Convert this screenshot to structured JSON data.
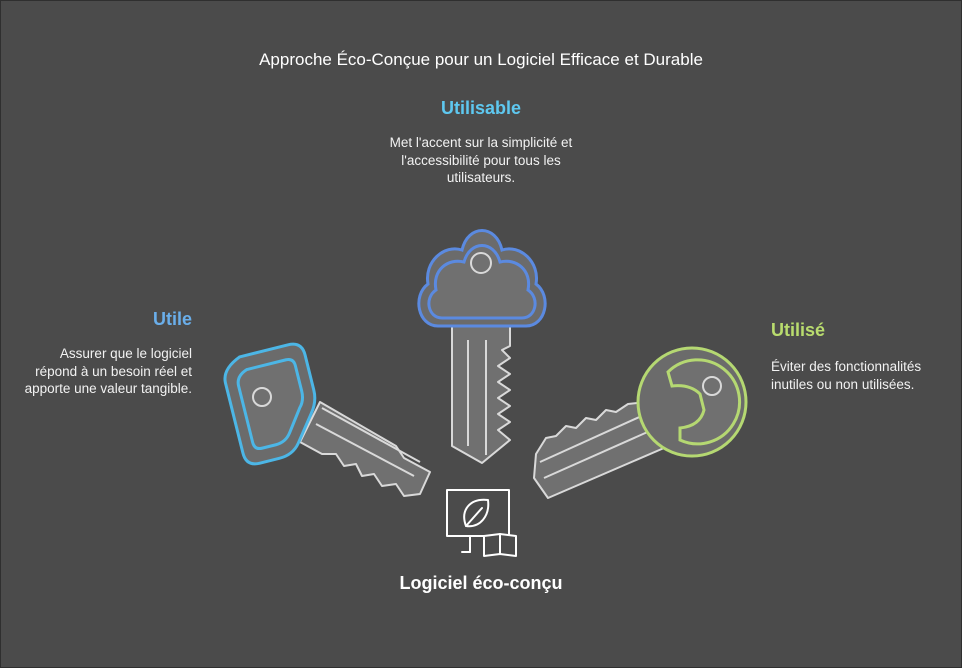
{
  "title": "Approche Éco-Conçue pour un Logiciel Efficace et Durable",
  "center": {
    "label": "Logiciel éco-conçu",
    "icon": "monitor-leaf-book-icon"
  },
  "keys": [
    {
      "id": "utilisable",
      "heading": "Utilisable",
      "description": "Met l'accent sur la simplicité et l'accessibilité pour tous les utilisateurs.",
      "color": "#5b8ae0",
      "icon": "cloud-key-icon"
    },
    {
      "id": "utile",
      "heading": "Utile",
      "description": "Assurer que le logiciel répond à un besoin réel et apporte une valeur tangible.",
      "color": "#4cb6e6",
      "icon": "square-key-icon"
    },
    {
      "id": "utilise",
      "heading": "Utilisé",
      "description": "Éviter des fonctionnalités inutiles ou non utilisées.",
      "color": "#b5d872",
      "icon": "round-key-icon"
    }
  ],
  "colors": {
    "background": "#4b4b4b",
    "key_body": "#707070",
    "key_outline": "#d9d9d9"
  }
}
